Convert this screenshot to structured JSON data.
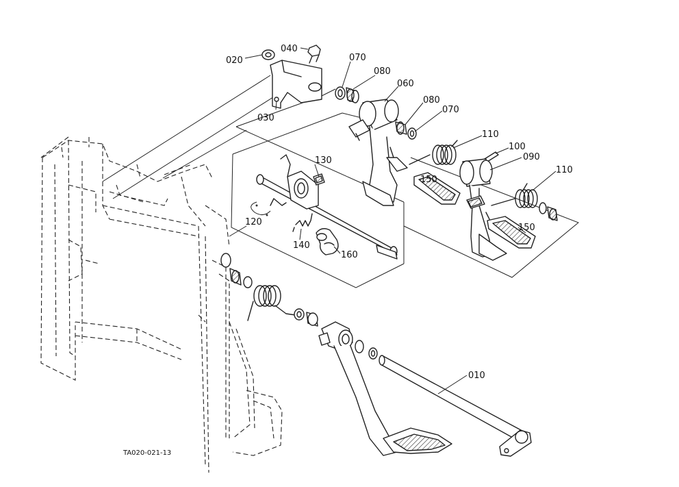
{
  "diagram": {
    "drawing_code": "TA020-021-13",
    "part_labels": {
      "p010": "010",
      "p020": "020",
      "p030": "030",
      "p040": "040",
      "p060": "060",
      "p070a": "070",
      "p070b": "070",
      "p080a": "080",
      "p080b": "080",
      "p090": "090",
      "p100": "100",
      "p110a": "110",
      "p110b": "110",
      "p120": "120",
      "p130": "130",
      "p140": "140",
      "p150a": "150",
      "p150b": "150",
      "p160": "160"
    }
  }
}
